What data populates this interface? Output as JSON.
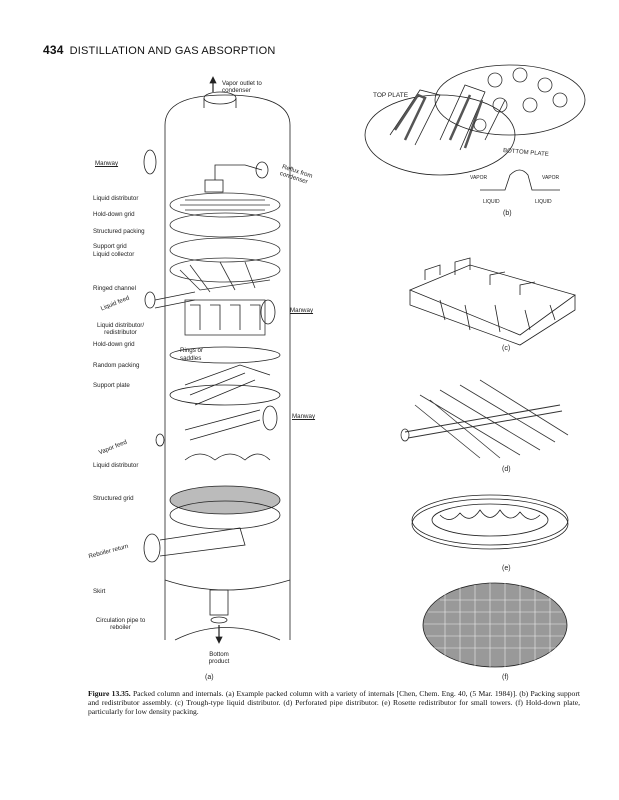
{
  "header": {
    "page_number": "434",
    "running_title": "DISTILLATION AND GAS ABSORPTION"
  },
  "figure_a": {
    "labels": {
      "vapor_outlet": "Vapor outlet to condenser",
      "manway_top": "Manway",
      "reflux": "Reflux from condenser",
      "liquid_distributor_1": "Liquid distributor",
      "hold_down_grid_1": "Hold-down grid",
      "structured_packing": "Structured packing",
      "support_grid": "Support grid",
      "liquid_collector": "Liquid collector",
      "ringed_channel": "Ringed channel",
      "liquid_feed": "Liquid feed",
      "manway_mid": "Manway",
      "liquid_redistributor": "Liquid distributor/ redistributor",
      "hold_down_grid_2": "Hold-down grid",
      "rings_or_saddles": "Rings or saddles",
      "random_packing": "Random packing",
      "support_plate": "Support plate",
      "manway_low": "Manway",
      "vapor_feed": "Vapor feed",
      "liquid_distributor_2": "Liquid distributor",
      "structured_grid": "Structured grid",
      "reboiler_return": "Reboiler return",
      "skirt": "Skirt",
      "circulation_pipe": "Circulation pipe to reboiler",
      "bottom_product": "Bottom product"
    },
    "panel_label": "(a)"
  },
  "figure_b": {
    "top_plate": "TOP PLATE",
    "bottom_plate": "BOTTOM PLATE",
    "vapor_left": "VAPOR",
    "vapor_right": "VAPOR",
    "liquid_left": "LIQUID",
    "liquid_right": "LIQUID",
    "panel_label": "(b)"
  },
  "figure_c": {
    "panel_label": "(c)"
  },
  "figure_d": {
    "panel_label": "(d)"
  },
  "figure_e": {
    "panel_label": "(e)"
  },
  "figure_f": {
    "panel_label": "(f)"
  },
  "caption": {
    "figure_id": "Figure 13.35.",
    "text": "Packed column and internals. (a) Example packed column with a variety of internals [Chen, Chem. Eng. 40, (5 Mar. 1984)]. (b) Packing support and redistributor assembly. (c) Trough-type liquid distributor. (d) Perforated pipe distributor. (e) Rosette redistributor for small towers. (f) Hold-down plate, particularly for low density packing."
  }
}
